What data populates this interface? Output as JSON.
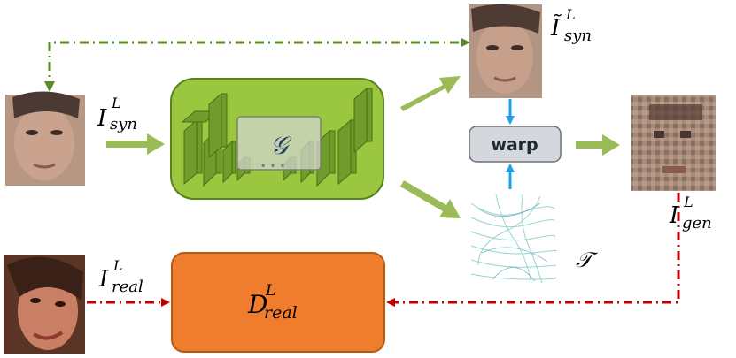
{
  "labels": {
    "i_syn_base": "I",
    "i_syn_sub": "syn",
    "i_syn_sup": "L",
    "i_syn_tilde_base": "Ĩ",
    "i_syn_tilde_sub": "syn",
    "i_syn_tilde_sup": "L",
    "i_gen_base": "I",
    "i_gen_sub": "gen",
    "i_gen_sup": "L",
    "i_real_base": "I",
    "i_real_sub": "real",
    "i_real_sup": "L",
    "generator": "𝒢",
    "flow_field": "𝒯",
    "warp": "warp",
    "discriminator_base": "D",
    "discriminator_sub": "real",
    "discriminator_sup": "L"
  },
  "colors": {
    "green_arrow": "#9bbb59",
    "green_dashed": "#5a8a2a",
    "red_dashed": "#c00000",
    "blue_arrow": "#1aa3e8",
    "generator_fill": "#9bc63f",
    "generator_stroke": "#5a7f1e",
    "discriminator_fill": "#ef7d2d",
    "discriminator_stroke": "#b45a14",
    "warp_fill": "#d4d7db",
    "warp_stroke": "#6d7175"
  }
}
